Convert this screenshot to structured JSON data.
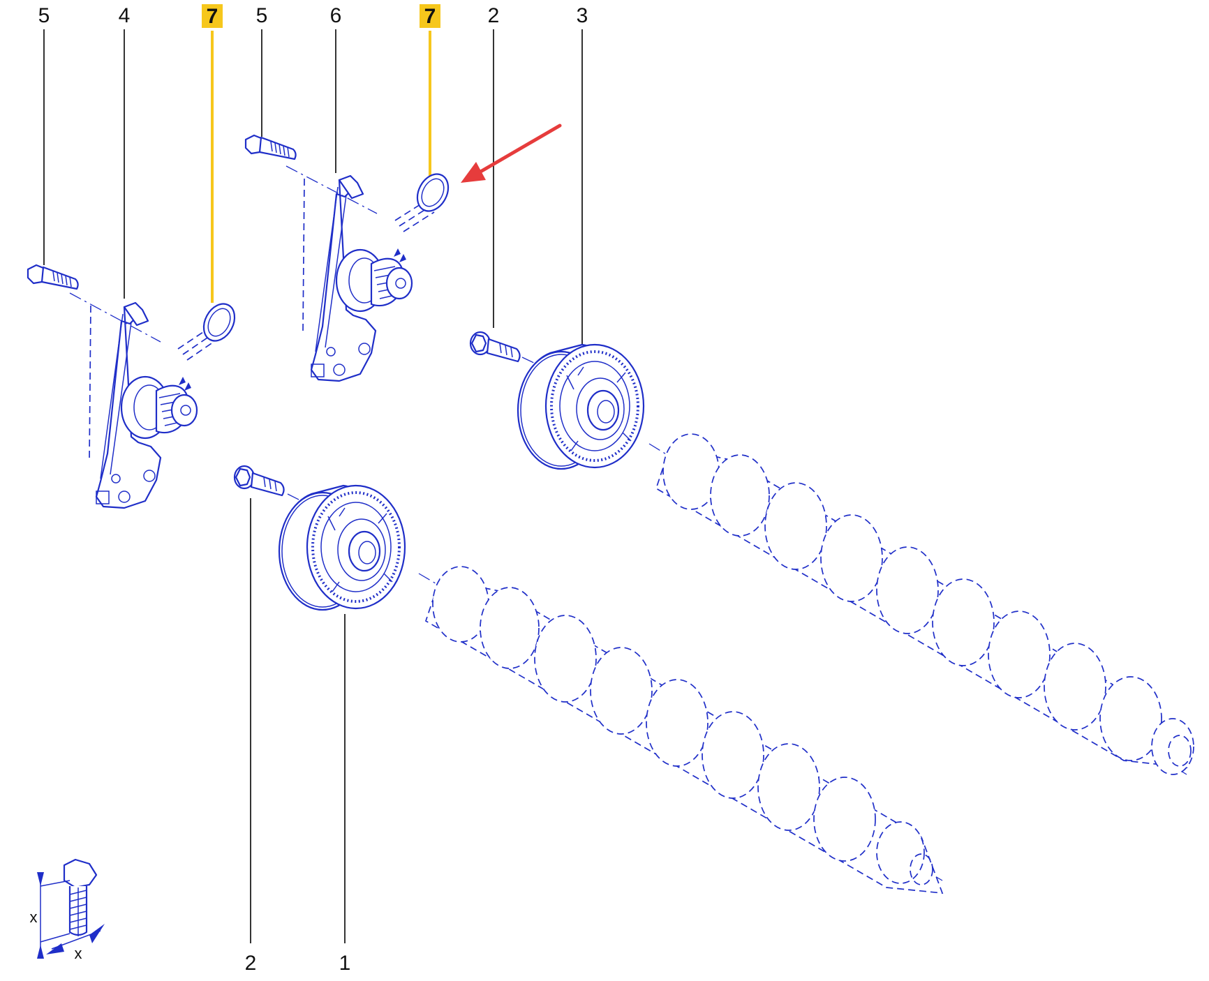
{
  "callouts": {
    "top": [
      {
        "label": "5",
        "highlighted": false
      },
      {
        "label": "4",
        "highlighted": false
      },
      {
        "label": "7",
        "highlighted": true
      },
      {
        "label": "5",
        "highlighted": false
      },
      {
        "label": "6",
        "highlighted": false
      },
      {
        "label": "7",
        "highlighted": true
      },
      {
        "label": "2",
        "highlighted": false
      },
      {
        "label": "3",
        "highlighted": false
      }
    ],
    "bottom": [
      {
        "label": "2",
        "highlighted": false
      },
      {
        "label": "1",
        "highlighted": false
      }
    ]
  },
  "torque_symbol": {
    "dim_label_vertical": "x",
    "dim_label_horizontal": "x"
  },
  "colors": {
    "line_art": "#1f2ec8",
    "highlight": "#f6c71c",
    "pointer_arrow": "#e63c3c",
    "leader": "#000000"
  }
}
